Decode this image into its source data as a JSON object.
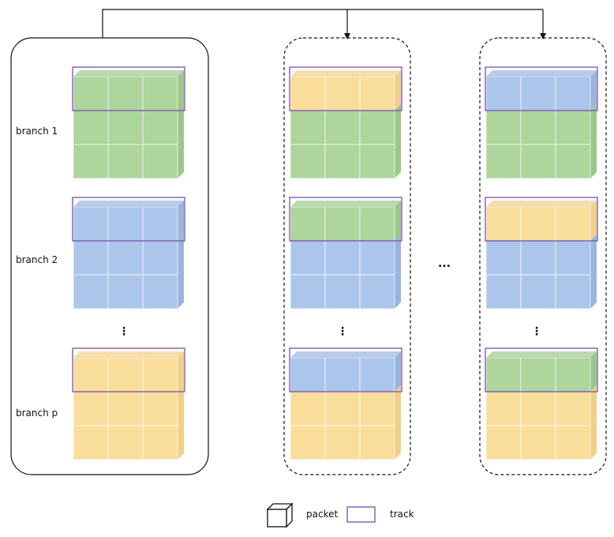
{
  "colors": {
    "green": "#9fce8b",
    "blue": "#9cbce6",
    "yellow": "#f8d78a",
    "track": "#7a4fb0"
  },
  "panels": [
    {
      "style": "solid",
      "blocks": [
        {
          "label": "branch 1",
          "rows": [
            "green",
            "green",
            "green"
          ]
        },
        {
          "label": "branch 2",
          "rows": [
            "blue",
            "blue",
            "blue"
          ]
        },
        {
          "label": "branch p",
          "rows": [
            "yellow",
            "yellow",
            "yellow"
          ]
        }
      ]
    },
    {
      "style": "dashed",
      "blocks": [
        {
          "label": "",
          "rows": [
            "yellow",
            "green",
            "green"
          ]
        },
        {
          "label": "",
          "rows": [
            "green",
            "blue",
            "blue"
          ]
        },
        {
          "label": "",
          "rows": [
            "blue",
            "yellow",
            "yellow"
          ]
        }
      ]
    },
    {
      "style": "dashed",
      "blocks": [
        {
          "label": "",
          "rows": [
            "blue",
            "green",
            "green"
          ]
        },
        {
          "label": "",
          "rows": [
            "yellow",
            "blue",
            "blue"
          ]
        },
        {
          "label": "",
          "rows": [
            "green",
            "yellow",
            "yellow"
          ]
        }
      ]
    }
  ],
  "vertical_ellipsis": "⋮",
  "horizontal_ellipsis": "...",
  "legend": {
    "packet": "packet",
    "track": "track"
  }
}
